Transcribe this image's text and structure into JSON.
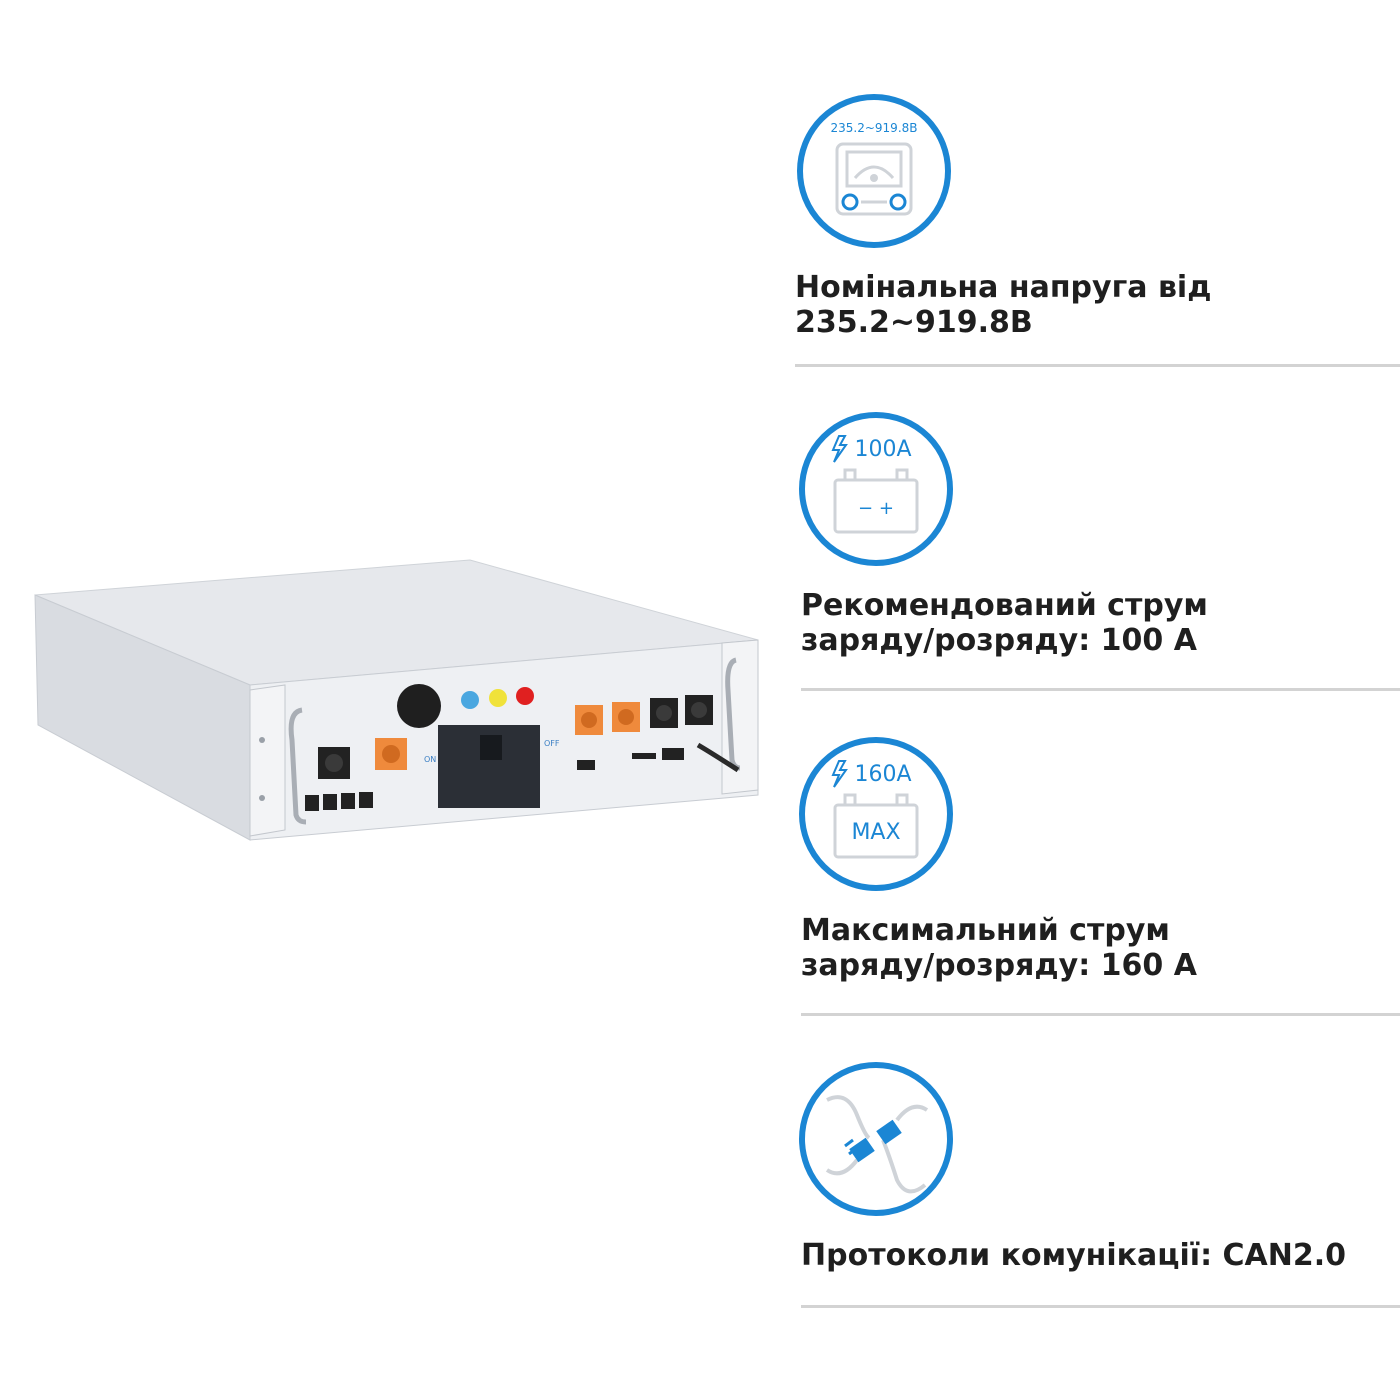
{
  "colors": {
    "accent": "#1b86d4",
    "divider": "#d3d3d3",
    "text": "#1f1f1f"
  },
  "product": {
    "labels": {
      "on": "ON",
      "off": "OFF"
    }
  },
  "features": [
    {
      "icon": "voltage-meter-icon",
      "badge": "235.2~919.8В",
      "title": "Номінальна напруга від\n235.2~919.8В"
    },
    {
      "icon": "battery-current-icon",
      "badge": "100A",
      "battery_label": "−  +",
      "title": "Рекомендований струм\nзаряду/розряду: 100 А"
    },
    {
      "icon": "battery-max-icon",
      "badge": "160A",
      "battery_label": "MAX",
      "title": "Максимальний струм\nзаряду/розряду: 160 А"
    },
    {
      "icon": "plug-connector-icon",
      "title": "Протоколи комунікації: CAN2.0"
    }
  ]
}
